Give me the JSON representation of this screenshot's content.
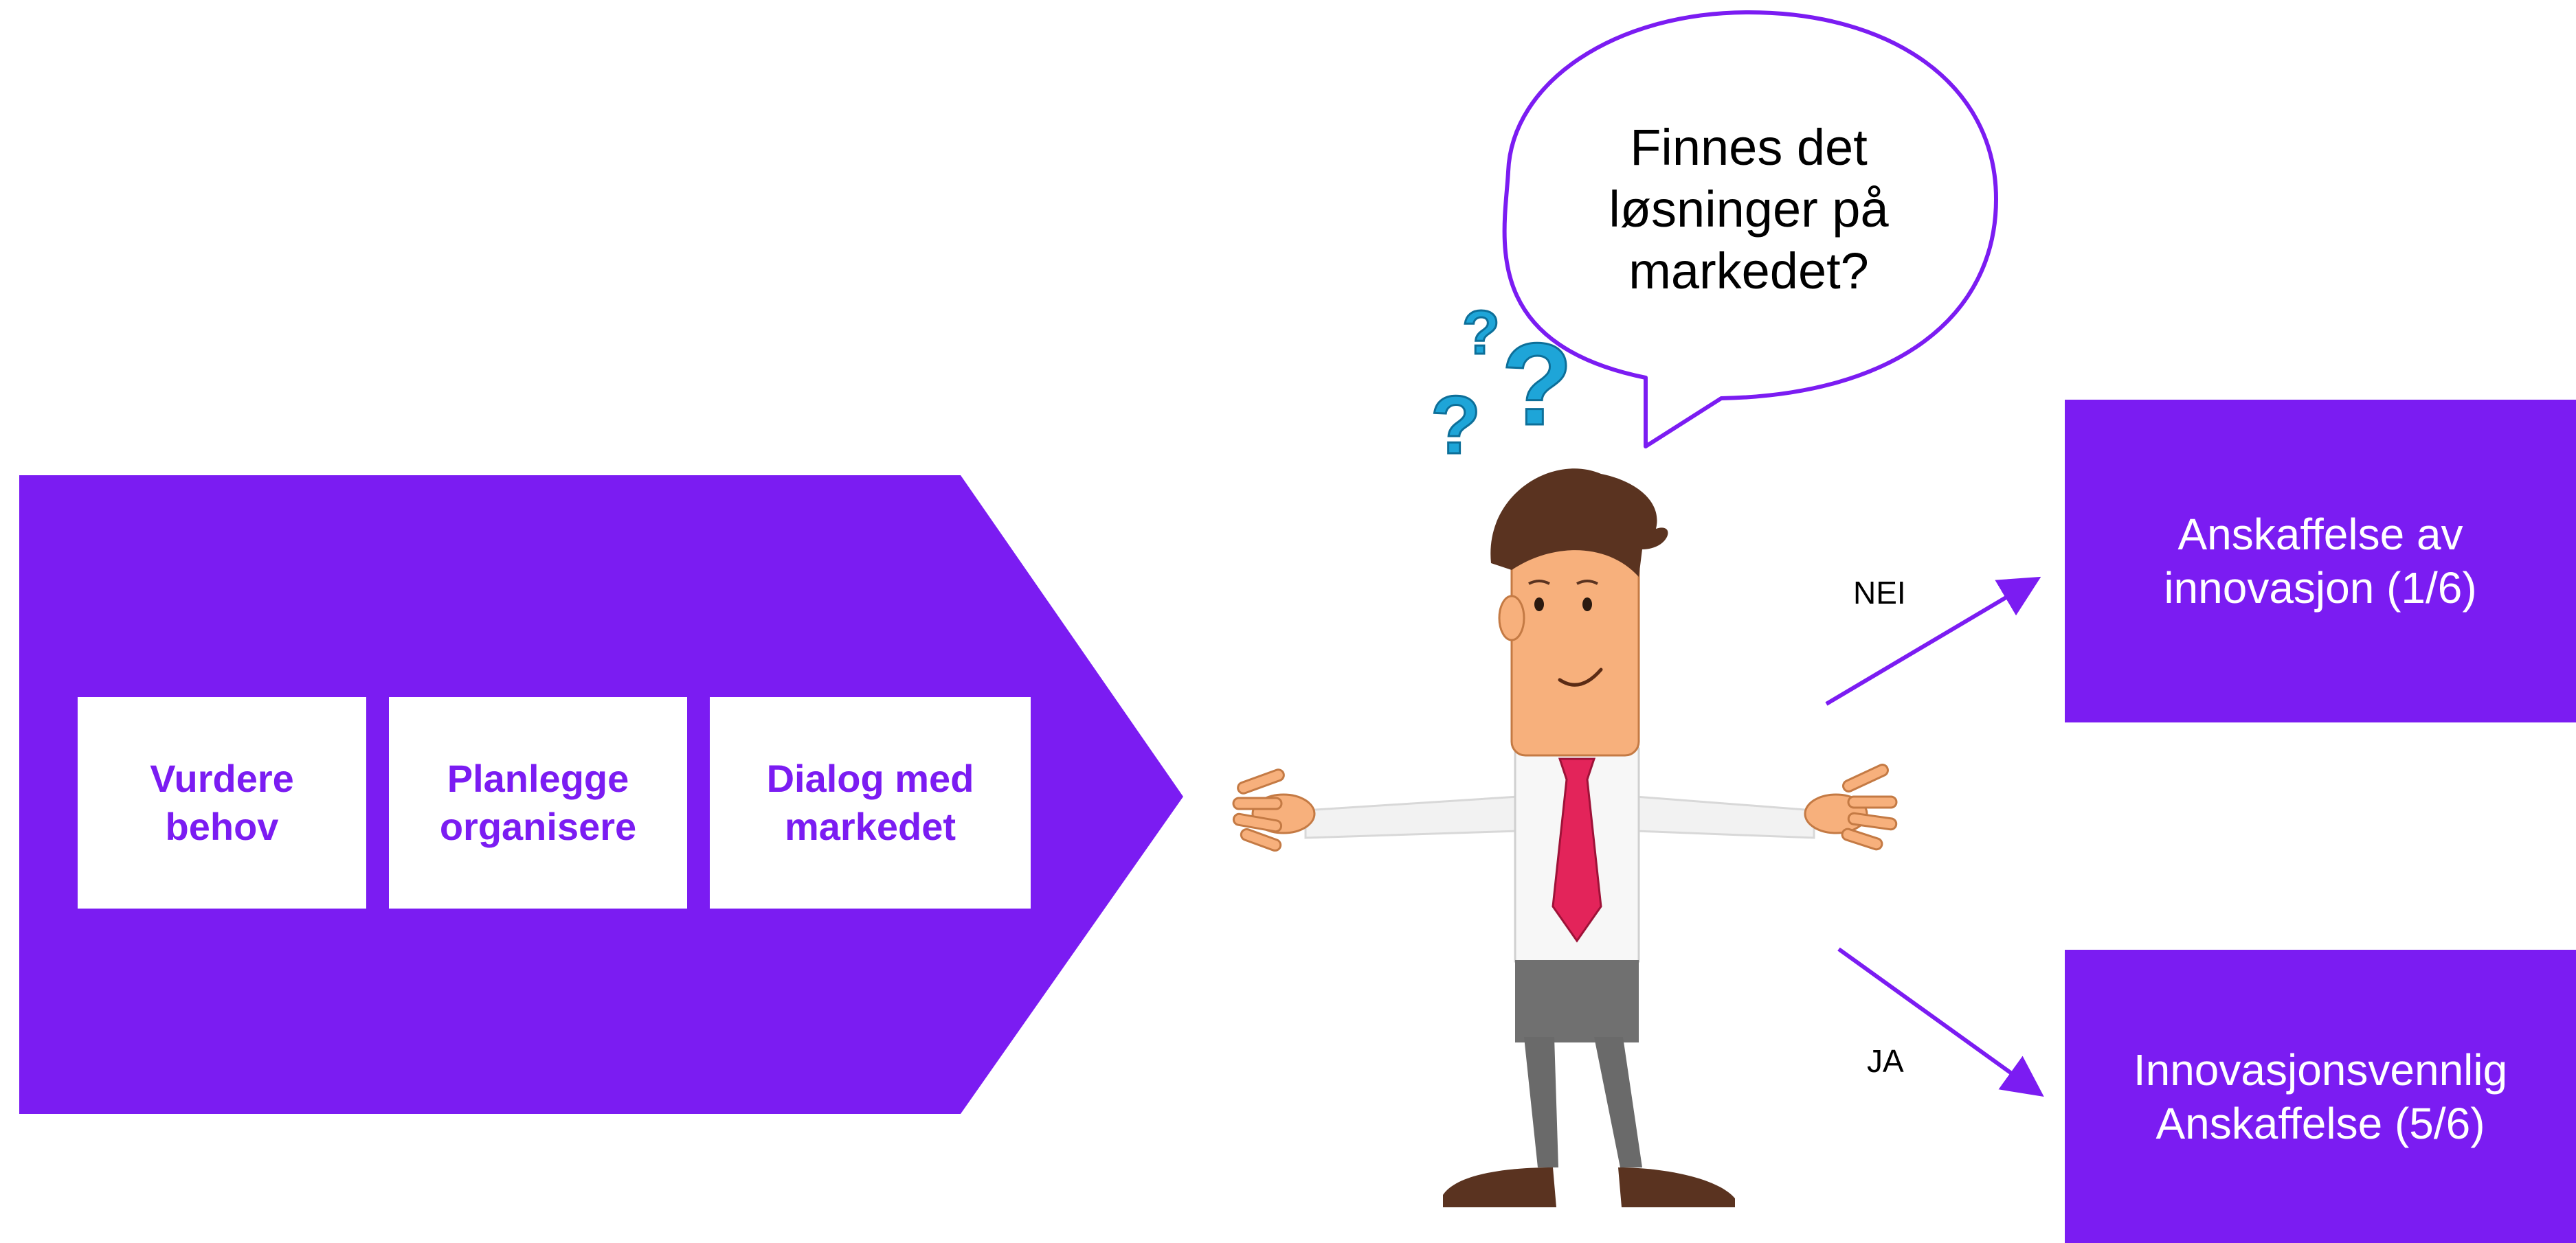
{
  "colors": {
    "accent": "#7b1cf2",
    "question_mark": "#1ea5d8",
    "tie": "#e3245a",
    "skin": "#f7b07c",
    "hair": "#5a3320",
    "pants": "#707070"
  },
  "process": {
    "steps": [
      {
        "label": "Vurdere\nbehov"
      },
      {
        "label": "Planlegge\norganisere"
      },
      {
        "label": "Dialog med\nmarkedet"
      }
    ]
  },
  "speech_bubble": {
    "text": "Finnes det\nløsninger på\nmarkedet?"
  },
  "branches": {
    "upper_label": "NEI",
    "lower_label": "JA"
  },
  "outcomes": {
    "upper": "Anskaffelse av\ninnovasjon (1/6)",
    "lower": "Innovasjonsvennlig\nAnskaffelse (5/6)"
  },
  "icons": [
    "question-mark-icon",
    "person-illustration",
    "arrow-icon"
  ]
}
